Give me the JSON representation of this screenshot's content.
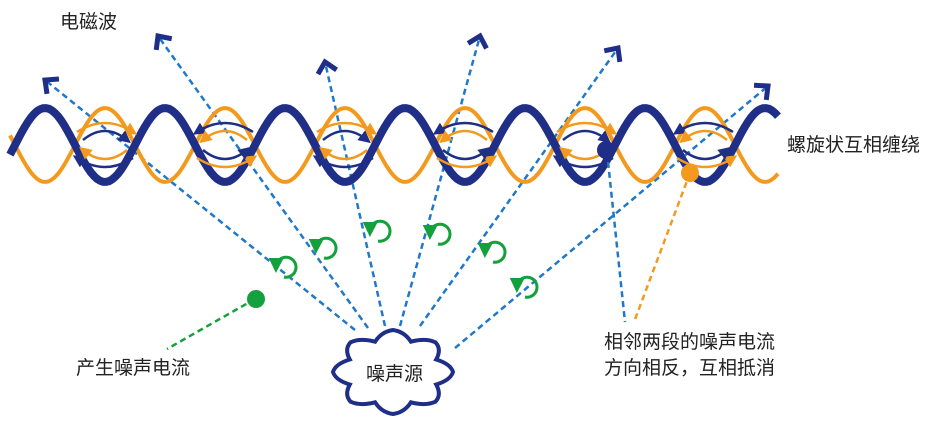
{
  "labels": {
    "em_wave": "电磁波",
    "twisted": "螺旋状互相缠绕",
    "noise_current": "产生噪声电流",
    "noise_source": "噪声源",
    "cancel_line1": "相邻两段的噪声电流",
    "cancel_line2": "方向相反，互相抵消"
  },
  "colors": {
    "wire_blue": "#1f2e86",
    "wire_orange": "#f39a1e",
    "dash_blue": "#1f78c8",
    "green": "#14a03c",
    "text": "#222222"
  }
}
